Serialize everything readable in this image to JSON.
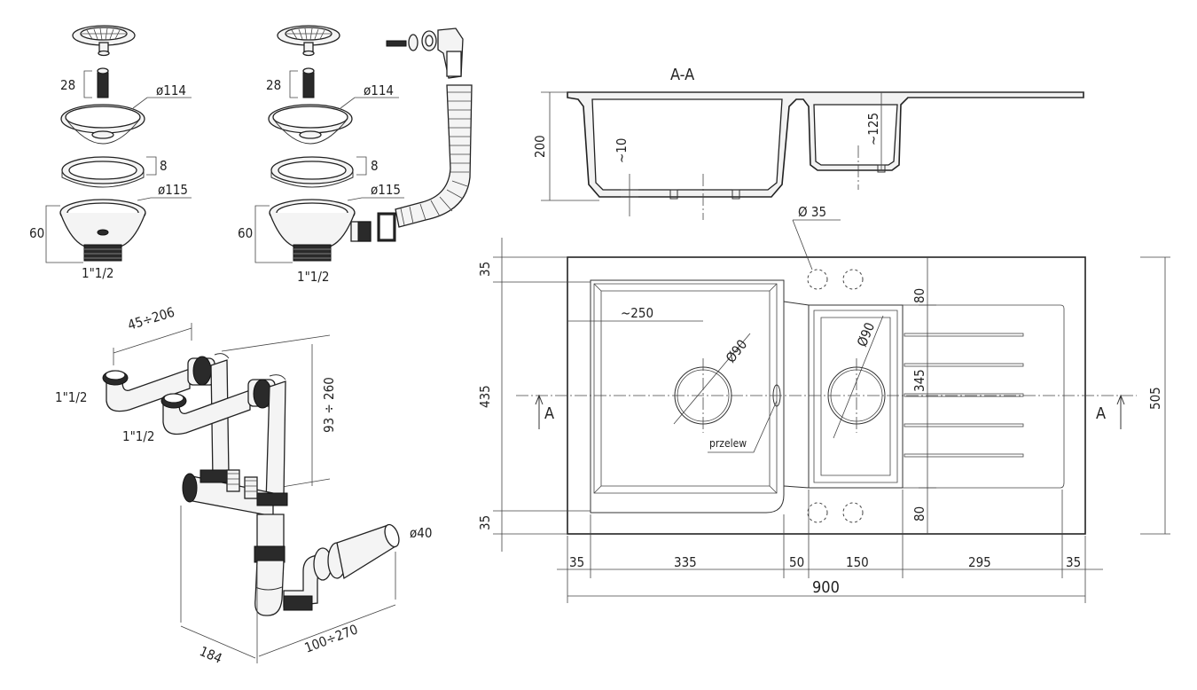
{
  "strainer_left": {
    "dim_screw": "28",
    "dim_ring_top": "ø114",
    "dim_gasket": "8",
    "dim_body": "ø115",
    "dim_height": "60",
    "thread": "1\"1/2"
  },
  "strainer_right": {
    "dim_screw": "28",
    "dim_ring_top": "ø114",
    "dim_gasket": "8",
    "dim_body": "ø115",
    "dim_height": "60",
    "thread": "1\"1/2"
  },
  "siphon": {
    "dim_spacing": "45÷206",
    "dim_height": "93 ÷ 260",
    "thread_upper": "1\"1/2",
    "thread_lower": "1\"1/2",
    "dim_outlet": "ø40",
    "dim_depth": "184",
    "dim_reach": "100÷270"
  },
  "section": {
    "title": "A-A",
    "dim_total_depth": "200",
    "dim_bottom_offset": "~10",
    "dim_small_depth": "~125"
  },
  "plan": {
    "dim_tap_hole": "Ø 35",
    "dim_top_margin": "35",
    "dim_inner_height": "435",
    "dim_bottom_margin": "35",
    "dim_overall_height": "505",
    "dim_hole_offset_top": "80",
    "dim_small_bowl_height": "345",
    "dim_hole_offset_bottom": "80",
    "dim_drain_offset": "~250",
    "dim_drain_main": "Ø90",
    "dim_drain_small": "Ø90",
    "overflow_label": "przelew",
    "section_mark_left": "A",
    "section_mark_right": "A",
    "widths": [
      "35",
      "335",
      "50",
      "150",
      "295",
      "35"
    ],
    "overall_width": "900"
  }
}
